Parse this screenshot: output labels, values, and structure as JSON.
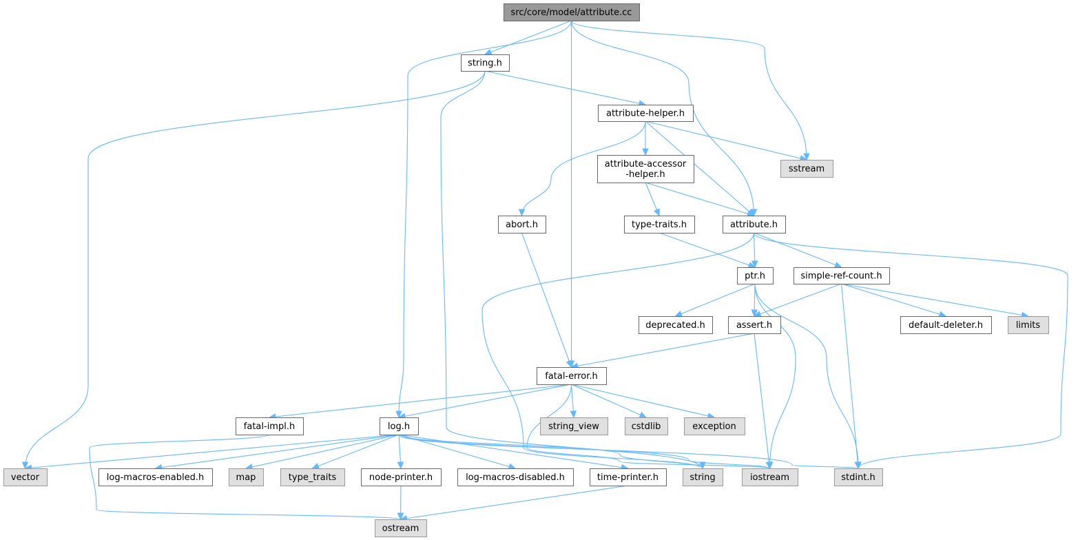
{
  "diagram": {
    "type": "include-dependency-graph",
    "colors": {
      "edge": "#63b8ff",
      "root_fill": "#999999",
      "local_fill": "#ffffff",
      "system_fill": "#e0e0e0",
      "border": "#666666"
    },
    "nodes": {
      "root": {
        "label": "src/core/model/attribute.cc",
        "kind": "root"
      },
      "string_h": {
        "label": "string.h",
        "kind": "local"
      },
      "attr_helper": {
        "label": "attribute-helper.h",
        "kind": "local"
      },
      "sstream": {
        "label": "sstream",
        "kind": "system"
      },
      "attr_acc": {
        "label": "attribute-accessor\n-helper.h",
        "kind": "local"
      },
      "abort_h": {
        "label": "abort.h",
        "kind": "local"
      },
      "type_traits_h": {
        "label": "type-traits.h",
        "kind": "local"
      },
      "attribute_h": {
        "label": "attribute.h",
        "kind": "local"
      },
      "ptr_h": {
        "label": "ptr.h",
        "kind": "local"
      },
      "srefcount": {
        "label": "simple-ref-count.h",
        "kind": "local"
      },
      "deprecated": {
        "label": "deprecated.h",
        "kind": "local"
      },
      "assert_h": {
        "label": "assert.h",
        "kind": "local"
      },
      "default_del": {
        "label": "default-deleter.h",
        "kind": "local"
      },
      "limits": {
        "label": "limits",
        "kind": "system"
      },
      "fatal_error": {
        "label": "fatal-error.h",
        "kind": "local"
      },
      "fatal_impl": {
        "label": "fatal-impl.h",
        "kind": "local"
      },
      "log_h": {
        "label": "log.h",
        "kind": "local"
      },
      "string_view": {
        "label": "string_view",
        "kind": "system"
      },
      "cstdlib": {
        "label": "cstdlib",
        "kind": "system"
      },
      "exception": {
        "label": "exception",
        "kind": "system"
      },
      "vector": {
        "label": "vector",
        "kind": "system"
      },
      "log_macros_en": {
        "label": "log-macros-enabled.h",
        "kind": "local"
      },
      "map": {
        "label": "map",
        "kind": "system"
      },
      "type_traits": {
        "label": "type_traits",
        "kind": "system"
      },
      "node_printer": {
        "label": "node-printer.h",
        "kind": "local"
      },
      "log_macros_dis": {
        "label": "log-macros-disabled.h",
        "kind": "local"
      },
      "time_printer": {
        "label": "time-printer.h",
        "kind": "local"
      },
      "string": {
        "label": "string",
        "kind": "system"
      },
      "iostream": {
        "label": "iostream",
        "kind": "system"
      },
      "stdint": {
        "label": "stdint.h",
        "kind": "system"
      },
      "ostream": {
        "label": "ostream",
        "kind": "system"
      }
    },
    "edges": [
      [
        "root",
        "string_h"
      ],
      [
        "root",
        "log_h"
      ],
      [
        "root",
        "fatal_error"
      ],
      [
        "root",
        "attribute_h"
      ],
      [
        "root",
        "sstream"
      ],
      [
        "string_h",
        "vector"
      ],
      [
        "string_h",
        "attr_helper"
      ],
      [
        "string_h",
        "string"
      ],
      [
        "attr_helper",
        "attr_acc"
      ],
      [
        "attr_helper",
        "abort_h"
      ],
      [
        "attr_helper",
        "attribute_h"
      ],
      [
        "attr_helper",
        "sstream"
      ],
      [
        "attr_acc",
        "type_traits_h"
      ],
      [
        "attr_acc",
        "attribute_h"
      ],
      [
        "abort_h",
        "fatal_error"
      ],
      [
        "type_traits_h",
        "ptr_h"
      ],
      [
        "attribute_h",
        "ptr_h"
      ],
      [
        "attribute_h",
        "srefcount"
      ],
      [
        "attribute_h",
        "string"
      ],
      [
        "attribute_h",
        "stdint"
      ],
      [
        "ptr_h",
        "deprecated"
      ],
      [
        "ptr_h",
        "assert_h"
      ],
      [
        "ptr_h",
        "iostream"
      ],
      [
        "ptr_h",
        "stdint"
      ],
      [
        "srefcount",
        "assert_h"
      ],
      [
        "srefcount",
        "default_del"
      ],
      [
        "srefcount",
        "limits"
      ],
      [
        "srefcount",
        "stdint"
      ],
      [
        "assert_h",
        "fatal_error"
      ],
      [
        "assert_h",
        "iostream"
      ],
      [
        "fatal_error",
        "fatal_impl"
      ],
      [
        "fatal_error",
        "log_h"
      ],
      [
        "fatal_error",
        "string_view"
      ],
      [
        "fatal_error",
        "cstdlib"
      ],
      [
        "fatal_error",
        "exception"
      ],
      [
        "fatal_error",
        "iostream"
      ],
      [
        "fatal_impl",
        "ostream"
      ],
      [
        "log_h",
        "vector"
      ],
      [
        "log_h",
        "log_macros_en"
      ],
      [
        "log_h",
        "map"
      ],
      [
        "log_h",
        "type_traits"
      ],
      [
        "log_h",
        "node_printer"
      ],
      [
        "log_h",
        "log_macros_dis"
      ],
      [
        "log_h",
        "time_printer"
      ],
      [
        "log_h",
        "string"
      ],
      [
        "log_h",
        "iostream"
      ],
      [
        "log_h",
        "stdint"
      ],
      [
        "node_printer",
        "ostream"
      ],
      [
        "time_printer",
        "ostream"
      ]
    ]
  }
}
